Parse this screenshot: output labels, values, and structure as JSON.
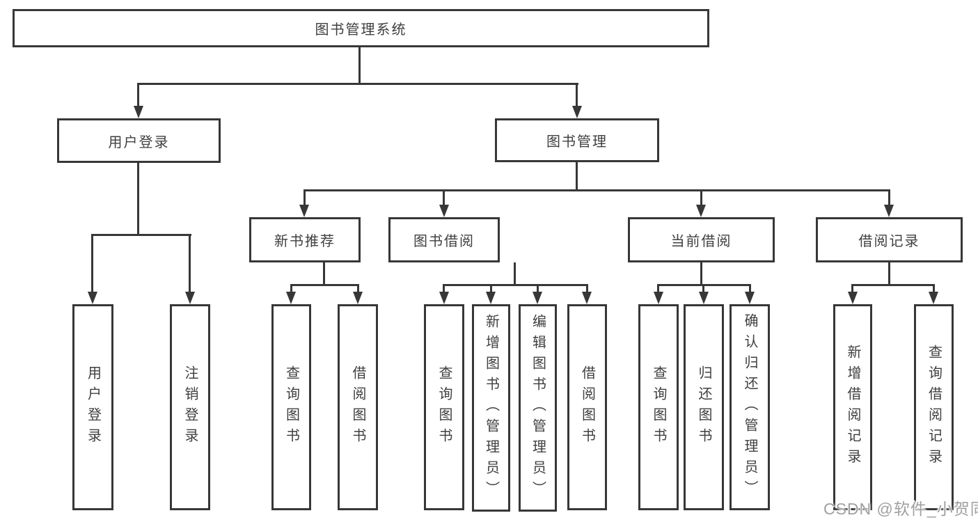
{
  "diagram_title": "图书管理系统",
  "tree": {
    "label": "图书管理系统",
    "children": [
      {
        "label": "用户登录",
        "children": [
          {
            "label": "用户登录"
          },
          {
            "label": "注销登录"
          }
        ]
      },
      {
        "label": "图书管理",
        "children": [
          {
            "label": "新书推荐",
            "children": [
              {
                "label": "查询图书"
              },
              {
                "label": "借阅图书"
              }
            ]
          },
          {
            "label": "图书借阅",
            "children": [
              {
                "label": "查询图书"
              },
              {
                "label": "新增图书（管理员）"
              },
              {
                "label": "编辑图书（管理员）"
              },
              {
                "label": "借阅图书"
              }
            ]
          },
          {
            "label": "当前借阅",
            "children": [
              {
                "label": "查询图书"
              },
              {
                "label": "归还图书"
              },
              {
                "label": "确认归还（管理员）"
              }
            ]
          },
          {
            "label": "借阅记录",
            "children": [
              {
                "label": "新增借阅记录"
              },
              {
                "label": "查询借阅记录"
              }
            ]
          }
        ]
      }
    ]
  },
  "watermark": {
    "text": "CSDN @软件_小贺同学"
  },
  "colors": {
    "line": "#373737",
    "text": "#3f3f3f",
    "background": "#ffffff",
    "watermark": "#a0a0a0"
  }
}
